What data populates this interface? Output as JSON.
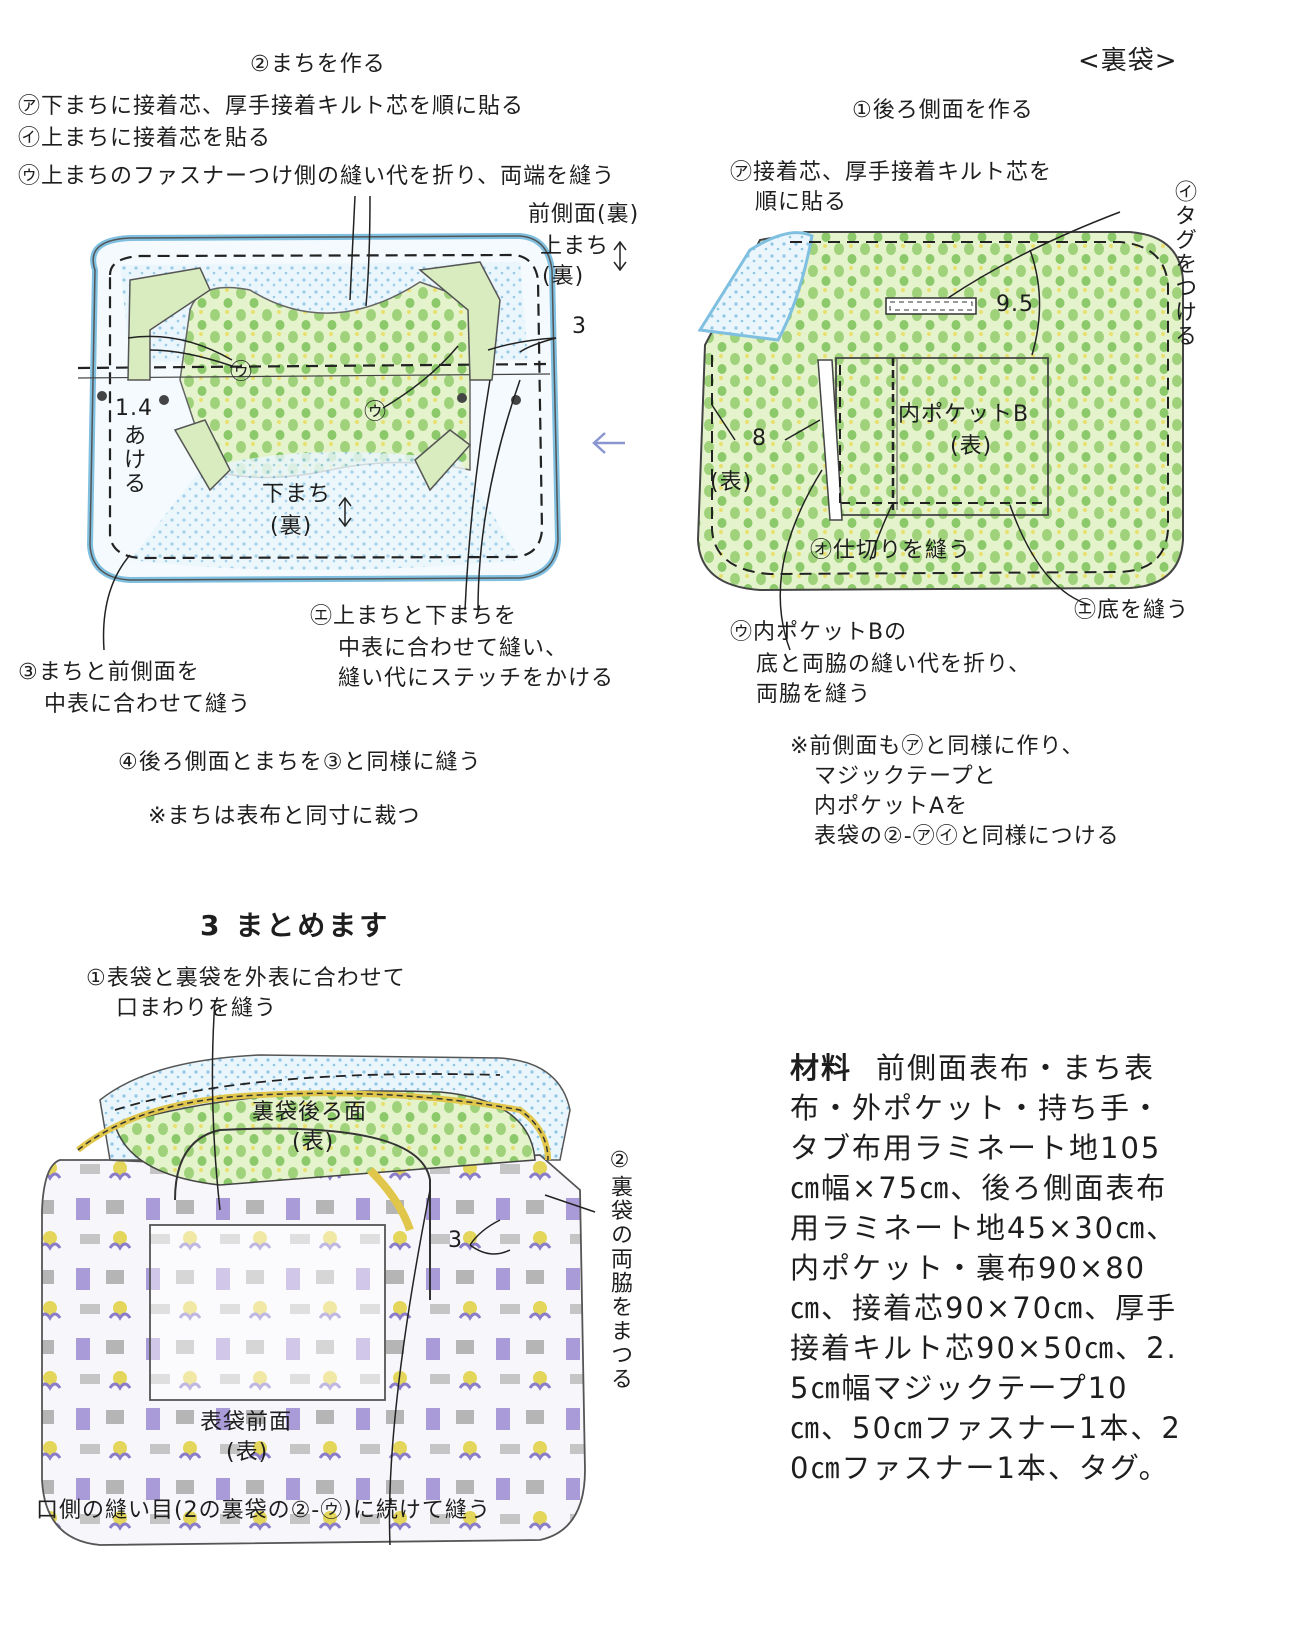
{
  "top_left": {
    "step_title": "②まちを作る",
    "lines": [
      "㋐下まちに接着芯、厚手接着キルト芯を順に貼る",
      "㋑上まちに接着芯を貼る",
      "㋒上まちのファスナーつけ側の縫い代を折り、両端を縫う"
    ],
    "labels": {
      "front_side": "前側面(裏)",
      "upper_gusset_1": "上まち",
      "upper_gusset_2": "(裏)",
      "three": "3",
      "u_mark_1": "㋒",
      "u_mark_2": "㋒",
      "open_1": "1.4",
      "open_2": "あ",
      "open_3": "け",
      "open_4": "る",
      "lower_gusset_1": "下まち",
      "lower_gusset_2": "(裏)"
    },
    "note_e": [
      "㋓上まちと下まちを",
      "中表に合わせて縫い、",
      "縫い代にステッチをかける"
    ],
    "note_3": [
      "③まちと前側面を",
      "中表に合わせて縫う"
    ],
    "note_4": "④後ろ側面とまちを③と同様に縫う",
    "note_cut": "※まちは表布と同寸に裁つ"
  },
  "top_right": {
    "header": "<裏袋>",
    "step_title": "①後ろ側面を作る",
    "note_a": [
      "㋐接着芯、厚手接着キルト芯を",
      "順に貼る"
    ],
    "note_i": "㋑タグをつける",
    "dim_95": "9.5",
    "dim_8": "8",
    "pocket_b_1": "内ポケットB",
    "pocket_b_2": "(表)",
    "face": "(表)",
    "note_o": "㋔仕切りを縫う",
    "note_e": "㋓底を縫う",
    "note_u": [
      "㋒内ポケットBの",
      "底と両脇の縫い代を折り、",
      "両脇を縫う"
    ],
    "note_star": [
      "※前側面も㋐と同様に作り、",
      "マジックテープと",
      "内ポケットAを",
      "表袋の②-㋐㋑と同様につける"
    ]
  },
  "bottom_left": {
    "section_title": "3 まとめます",
    "note_1": [
      "①表袋と裏袋を外表に合わせて",
      "口まわりを縫う"
    ],
    "lining_back_1": "裏袋後ろ面",
    "lining_back_2": "(表)",
    "three": "3",
    "note_2": "②裏袋の両脇をまつる",
    "outer_front_1": "表袋前面",
    "outer_front_2": "(表)",
    "bottom_note": "口側の縫い目(2の裏袋の②-㋒)に続けて縫う"
  },
  "materials": {
    "heading": "材料",
    "text": "前側面表布・まち表布・外ポケット・持ち手・タブ布用ラミネート地105㎝幅×75㎝、後ろ側面表布用ラミネート地45×30㎝、内ポケット・裏布90×80㎝、接着芯90×70㎝、厚手接着キルト芯90×50㎝、2.5㎝幅マジックテープ10㎝、50㎝ファスナー1本、20㎝ファスナー1本、タグ。"
  },
  "colors": {
    "ink": "#1e1e1e",
    "light_blue": "#a9d6ec",
    "light_green": "#c9e6a4",
    "green_dot": "#8cc96a",
    "yellow": "#e6c84a",
    "purple": "#9b8fd0",
    "gray": "#a8a8a8",
    "arrow_blue": "#8a96d0"
  }
}
